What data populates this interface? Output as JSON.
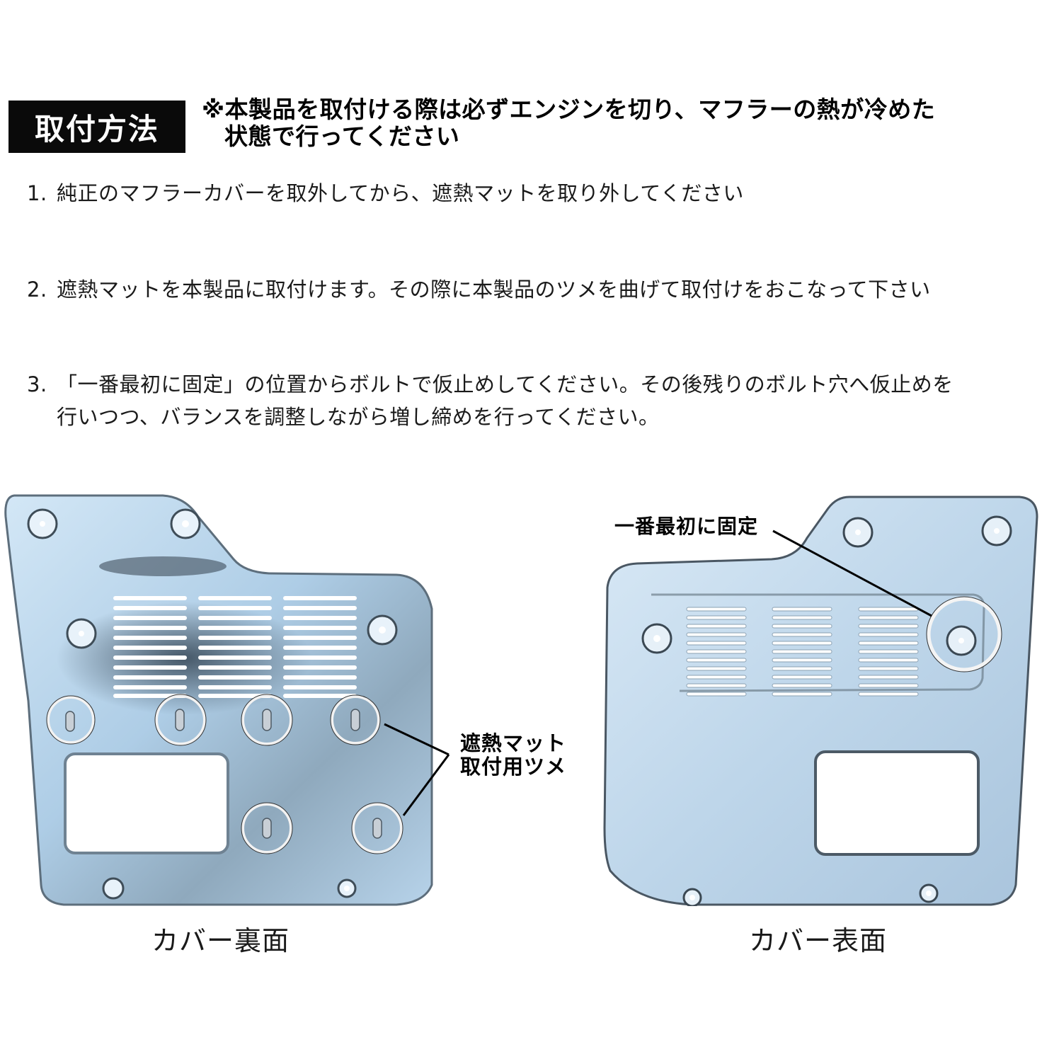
{
  "header": {
    "title": "取付方法",
    "warning_line1": "※本製品を取付ける際は必ずエンジンを切り、マフラーの熱が冷めた",
    "warning_line2": "状態で行ってください"
  },
  "steps": [
    {
      "number": "1.",
      "text": "純正のマフラーカバーを取外してから、遮熱マットを取り外してください"
    },
    {
      "number": "2.",
      "text": "遮熱マットを本製品に取付けます。その際に本製品のツメを曲げて取付けをおこなって下さい"
    },
    {
      "number": "3.",
      "text_line1": "「一番最初に固定」の位置からボルトで仮止めしてください。その後残りのボルト穴へ仮止めを",
      "text_line2": "行いつつ、バランスを調整しながら増し締めを行ってください。"
    }
  ],
  "photos": {
    "back": {
      "caption": "カバー裏面",
      "plate_color": "#b9d6ec",
      "highlight_circles": 6,
      "bolt_holes": 6,
      "vent_columns": 3,
      "vent_slots_per_column": 11
    },
    "front": {
      "caption": "カバー表面",
      "plate_color": "#c4dbee",
      "highlight_circles": 1,
      "bolt_holes": 6,
      "vent_columns": 3,
      "vent_slots_per_column": 11
    }
  },
  "callouts": {
    "first_fix": "一番最初に固定",
    "tabs_line1": "遮熱マット",
    "tabs_line2": "取付用ツメ"
  },
  "colors": {
    "badge_bg": "#0a0a0a",
    "badge_text": "#ffffff",
    "text": "#1a1a1a",
    "leader_line": "#000000",
    "highlight_ring": "#f2f2f2"
  }
}
